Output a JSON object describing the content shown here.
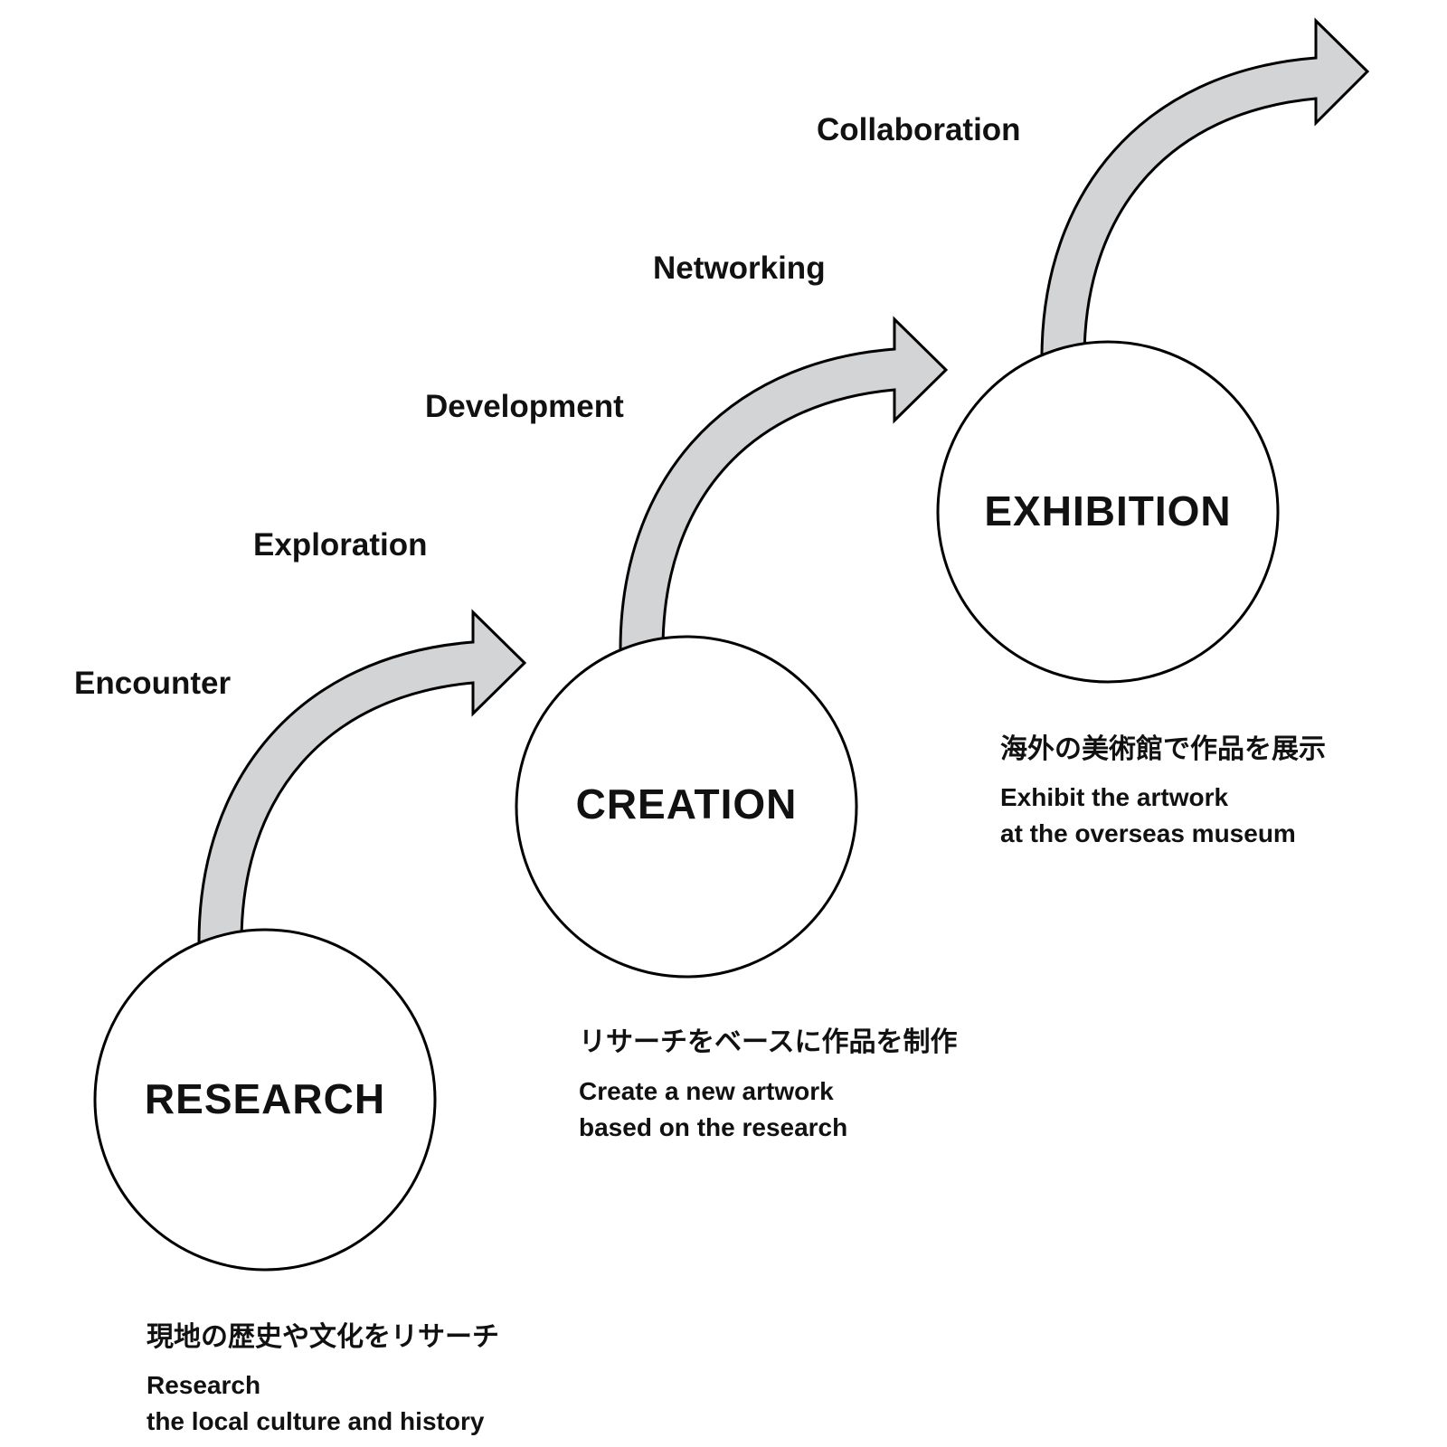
{
  "keywords": {
    "encounter": "Encounter",
    "exploration": "Exploration",
    "development": "Development",
    "networking": "Networking",
    "collaboration": "Collaboration"
  },
  "stages": {
    "research": {
      "title": "RESEARCH",
      "jp": "現地の歴史や文化をリサーチ",
      "en_line1": "Research",
      "en_line2": "the local culture and history"
    },
    "creation": {
      "title": "CREATION",
      "jp": "リサーチをベースに作品を制作",
      "en_line1": "Create a new artwork",
      "en_line2": "based on the research"
    },
    "exhibition": {
      "title": "EXHIBITION",
      "jp": "海外の美術館で作品を展示",
      "en_line1": "Exhibit the artwork",
      "en_line2": "at the overseas museum"
    }
  },
  "colors": {
    "arrow_fill": "#d3d4d5",
    "line": "#000000",
    "text": "#111111"
  }
}
